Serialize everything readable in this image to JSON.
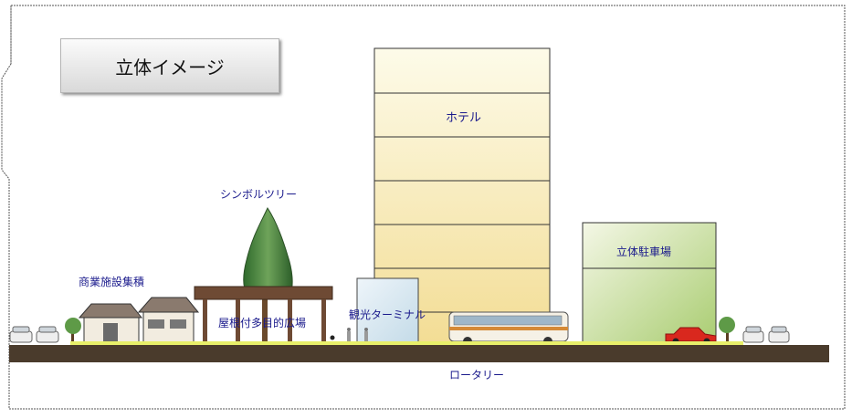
{
  "title": "立体イメージ",
  "labels": {
    "symbol_tree": "シンボルツリー",
    "commercial": "商業施設集積",
    "plaza": "屋根付多目的広場",
    "terminal": "観光ターミナル",
    "hotel": "ホテル",
    "parking": "立体駐車場",
    "rotary": "ロータリー"
  },
  "colors": {
    "road": "#4a3b2c",
    "sidewalk": "#e8ef6a",
    "hotel_top": "#fdfbe9",
    "hotel_bottom": "#f3dd95",
    "parking_top": "#f4f7e6",
    "parking_bottom": "#aacd72",
    "tree": "#3f7a36",
    "label_text": "#1a1a8c"
  }
}
